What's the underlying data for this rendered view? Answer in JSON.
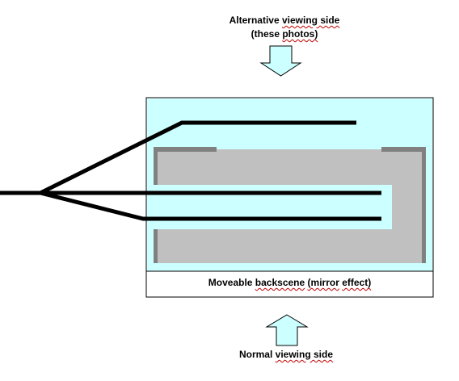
{
  "labels": {
    "alt_side_line1_a": "Alternative",
    "alt_side_line1_b": "viewing side",
    "alt_side_line2_a": "(these",
    "alt_side_line2_b": "photos)",
    "backscene_a": "Moveable",
    "backscene_b": "backscene",
    "backscene_c": "(mirror",
    "backscene_d": "effect)",
    "normal_side_a": "Normal",
    "normal_side_b": "viewing side"
  },
  "colors": {
    "layout_fill": "#ccffff",
    "backscene_fill": "#c0c0c0",
    "backscene_edge": "#808080",
    "track": "#000000",
    "border": "#000000"
  }
}
